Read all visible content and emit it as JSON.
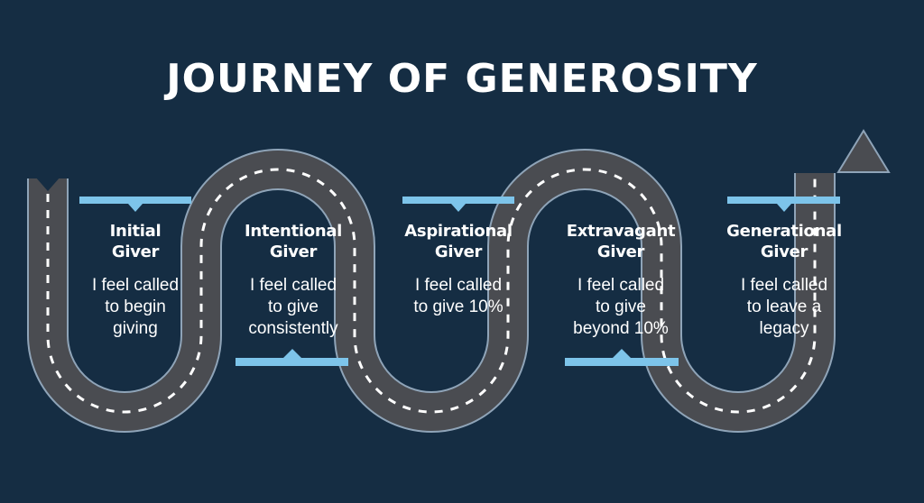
{
  "title": "JOURNEY OF GENEROSITY",
  "colors": {
    "background": "#152d43",
    "road": "#4a4c51",
    "road_edge": "#8fa4b8",
    "lane_marking": "#ffffff",
    "sign_bar": "#7dc4ea",
    "text": "#ffffff"
  },
  "stages": [
    {
      "name_line1": "Initial",
      "name_line2": "Giver",
      "desc_line1": "I feel called",
      "desc_line2": "to begin",
      "desc_line3": "giving"
    },
    {
      "name_line1": "Intentional",
      "name_line2": "Giver",
      "desc_line1": "I feel called",
      "desc_line2": "to give",
      "desc_line3": "consistently"
    },
    {
      "name_line1": "Aspirational",
      "name_line2": "Giver",
      "desc_line1": "I feel called",
      "desc_line2": "to give 10%",
      "desc_line3": ""
    },
    {
      "name_line1": "Extravagant",
      "name_line2": "Giver",
      "desc_line1": "I feel called",
      "desc_line2": "to give",
      "desc_line3": "beyond 10%"
    },
    {
      "name_line1": "Generational",
      "name_line2": "Giver",
      "desc_line1": "I feel called",
      "desc_line2": "to leave a",
      "desc_line3": "legacy"
    }
  ]
}
